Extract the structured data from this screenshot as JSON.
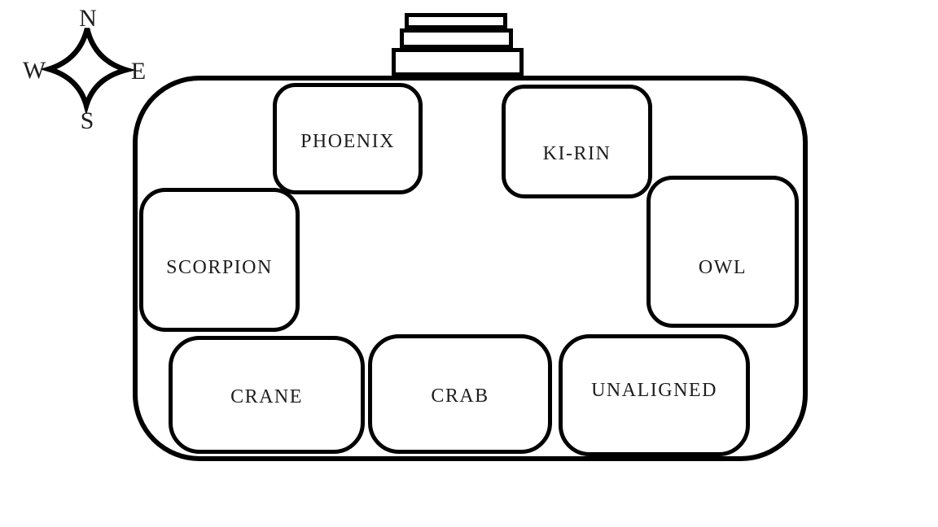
{
  "diagram": {
    "compass": {
      "north": "N",
      "east": "E",
      "south": "S",
      "west": "W"
    },
    "regions": [
      {
        "id": "phoenix",
        "label": "PHOENIX"
      },
      {
        "id": "ki-rin",
        "label": "KI-RIN"
      },
      {
        "id": "scorpion",
        "label": "SCORPION"
      },
      {
        "id": "owl",
        "label": "OWL"
      },
      {
        "id": "crane",
        "label": "CRANE"
      },
      {
        "id": "crab",
        "label": "CRAB"
      },
      {
        "id": "unaligned",
        "label": "UNALIGNED"
      }
    ]
  },
  "colors": {
    "stroke": "#000000",
    "text": "#1d1d1d",
    "background": "#ffffff"
  }
}
